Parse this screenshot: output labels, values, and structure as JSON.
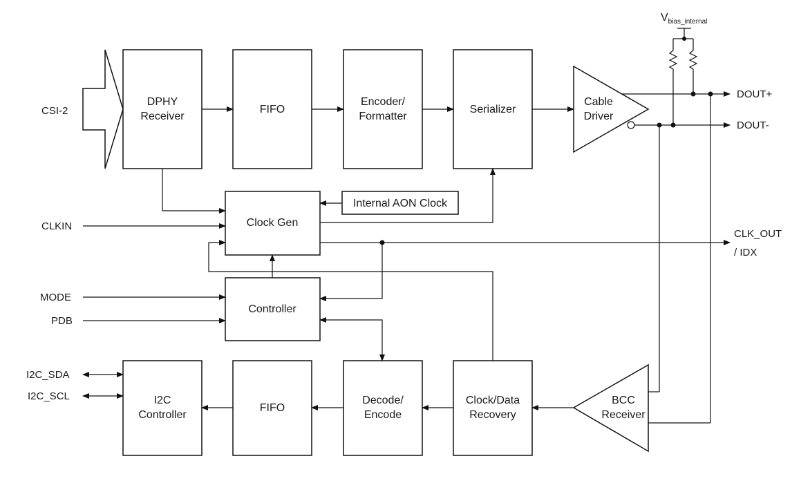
{
  "blocks": {
    "dphy": [
      "DPHY",
      "Receiver"
    ],
    "fifo_top": [
      "FIFO"
    ],
    "encoder": [
      "Encoder/",
      "Formatter"
    ],
    "serializer": [
      "Serializer"
    ],
    "cable_driver": [
      "Cable",
      "Driver"
    ],
    "clock_gen": [
      "Clock Gen"
    ],
    "aon_clock": [
      "Internal AON Clock"
    ],
    "controller": [
      "Controller"
    ],
    "i2c_controller": [
      "I2C",
      "Controller"
    ],
    "fifo_bottom": [
      "FIFO"
    ],
    "decode": [
      "Decode/",
      "Encode"
    ],
    "cdr": [
      "Clock/Data",
      "Recovery"
    ],
    "bcc_receiver": [
      "BCC",
      "Receiver"
    ]
  },
  "signals": {
    "csi2": "CSI-2",
    "clkin": "CLKIN",
    "mode": "MODE",
    "pdb": "PDB",
    "i2c_sda": "I2C_SDA",
    "i2c_scl": "I2C_SCL",
    "dout_plus": "DOUT+",
    "dout_minus": "DOUT-",
    "clk_out": [
      "CLK_OUT",
      "/ IDX"
    ],
    "vbias_main": "V",
    "vbias_sub": "bias_internal"
  }
}
